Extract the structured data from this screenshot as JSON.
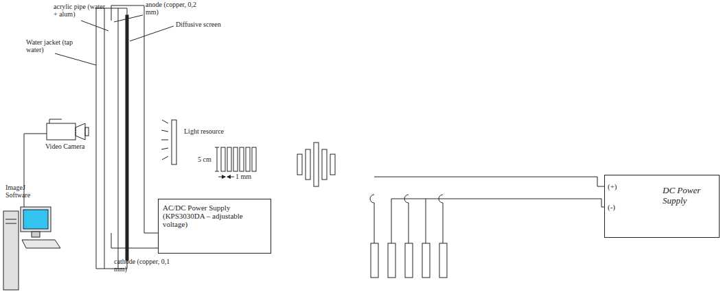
{
  "diagram": {
    "nodes": [
      {
        "text": [
          "AC/DC Power Supply (KPS3030DA – adjustable voltage)"
        ]
      },
      {
        "text": [
          "(+)",
          "(-)",
          "DC Power Supply"
        ]
      }
    ],
    "labels": [
      "acrylic pipe (water + alum)",
      "anode (copper, 0,2 mm)",
      "Diffusive screen",
      "Water jacket (tap water)",
      "Light resource",
      "Video Camera",
      "ImageJ Software",
      "cathode (copper, 0,1 mm)",
      "5 cm",
      "1 mm"
    ]
  }
}
